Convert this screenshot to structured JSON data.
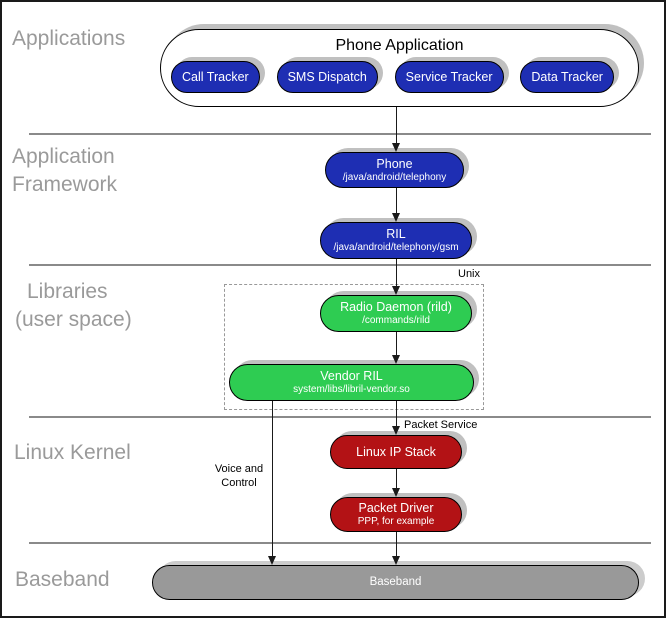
{
  "sections": {
    "applications": {
      "label": "Applications"
    },
    "framework": {
      "label_line1": "Application",
      "label_line2": "Framework"
    },
    "libraries": {
      "label_line1": "Libraries",
      "label_line2": "(user space)"
    },
    "kernel": {
      "label": "Linux Kernel"
    },
    "baseband": {
      "label": "Baseband"
    }
  },
  "nodes": {
    "phone_application": {
      "title": "Phone Application"
    },
    "call_tracker": {
      "label": "Call Tracker"
    },
    "sms_dispatch": {
      "label": "SMS Dispatch"
    },
    "service_tracker": {
      "label": "Service Tracker"
    },
    "data_tracker": {
      "label": "Data Tracker"
    },
    "phone": {
      "title": "Phone",
      "subtitle": "/java/android/telephony"
    },
    "ril": {
      "title": "RIL",
      "subtitle": "/java/android/telephony/gsm"
    },
    "radio_daemon": {
      "title": "Radio Daemon (rild)",
      "subtitle": "/commands/rild"
    },
    "vendor_ril": {
      "title": "Vendor RIL",
      "subtitle": "system/libs/libril-vendor.so"
    },
    "linux_ip_stack": {
      "title": "Linux IP Stack"
    },
    "packet_driver": {
      "title": "Packet Driver",
      "subtitle": "PPP, for example"
    },
    "baseband_bar": {
      "label": "Baseband"
    }
  },
  "annotations": {
    "unix": "Unix",
    "packet_service": "Packet Service",
    "voice_control_line1": "Voice and",
    "voice_control_line2": "Control"
  },
  "colors": {
    "app_blue": "#1e2eb3",
    "lib_green": "#2ecc52",
    "kernel_red": "#b31215",
    "baseband_gray": "#999999",
    "section_label_gray": "#9a9a9a",
    "divider_gray": "#8a8a8a",
    "shadow_gray": "#c0c0c0"
  }
}
